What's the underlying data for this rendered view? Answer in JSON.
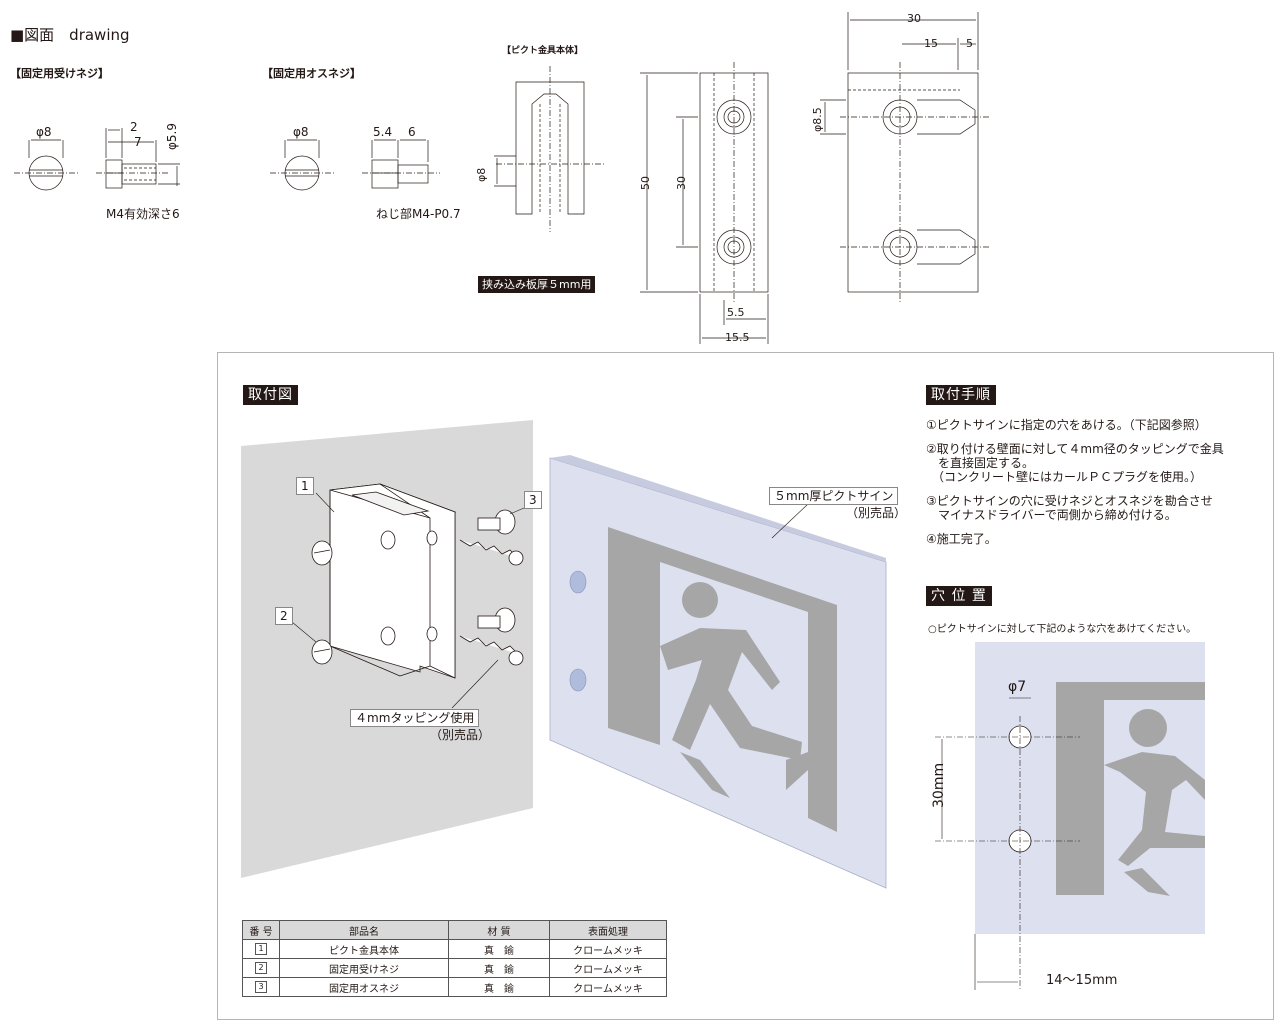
{
  "header": {
    "title": "■図面　drawing"
  },
  "parts_top": {
    "receive_screw": {
      "label": "【固定用受けネジ】",
      "dia": "φ8",
      "dim_2": "2",
      "dim_7": "7",
      "dim_59": "φ5.9",
      "note": "M4有効深さ6"
    },
    "male_screw": {
      "label": "【固定用オスネジ】",
      "dia": "φ8",
      "dim_54": "5.4",
      "dim_6": "6",
      "note": "ねじ部M4-P0.7"
    },
    "body": {
      "label": "【ピクト金具本体】",
      "dia": "φ8",
      "plate_note": "挟み込み板厚５mm用"
    },
    "front_view": {
      "h50": "50",
      "h30": "30",
      "w55": "5.5",
      "w155": "15.5"
    },
    "side_view": {
      "w30": "30",
      "w15": "15",
      "w5": "5",
      "dia85": "φ8.5"
    }
  },
  "install": {
    "title": "取付図",
    "num1": "1",
    "num2": "2",
    "num3": "3",
    "sign_callout": "５mm厚ピクトサイン",
    "sign_sub": "（別売品）",
    "tapping_callout": "４mmタッピング使用",
    "tapping_sub": "（別売品）"
  },
  "procedure": {
    "title": "取付手順",
    "steps": [
      "①ピクトサインに指定の穴をあける。（下記図参照）",
      "②取り付ける壁面に対して４mm径のタッピングで金具",
      "　を直接固定する。",
      "　（コンクリート壁にはカールＰＣプラグを使用。）",
      "③ピクトサインの穴に受けネジとオスネジを勘合させ",
      "　マイナスドライバーで両側から締め付ける。",
      "④施工完了。"
    ]
  },
  "hole_position": {
    "title": "穴 位 置",
    "note": "○ピクトサインに対して下記のような穴をあけてください。",
    "dia": "φ7",
    "pitch": "30mm",
    "edge": "14〜15mm"
  },
  "parts_table": {
    "headers": [
      "番 号",
      "部品名",
      "材 質",
      "表面処理"
    ],
    "rows": [
      {
        "no": "1",
        "name": "ピクト金具本体",
        "material": "真　鍮",
        "finish": "クロームメッキ"
      },
      {
        "no": "2",
        "name": "固定用受けネジ",
        "material": "真　鍮",
        "finish": "クロームメッキ"
      },
      {
        "no": "3",
        "name": "固定用オスネジ",
        "material": "真　鍮",
        "finish": "クロームメッキ"
      }
    ]
  },
  "colors": {
    "sign": "#dde0ef",
    "wall": "#d9d9d9",
    "pictogram": "#a6a6a6",
    "ink": "#231815"
  }
}
